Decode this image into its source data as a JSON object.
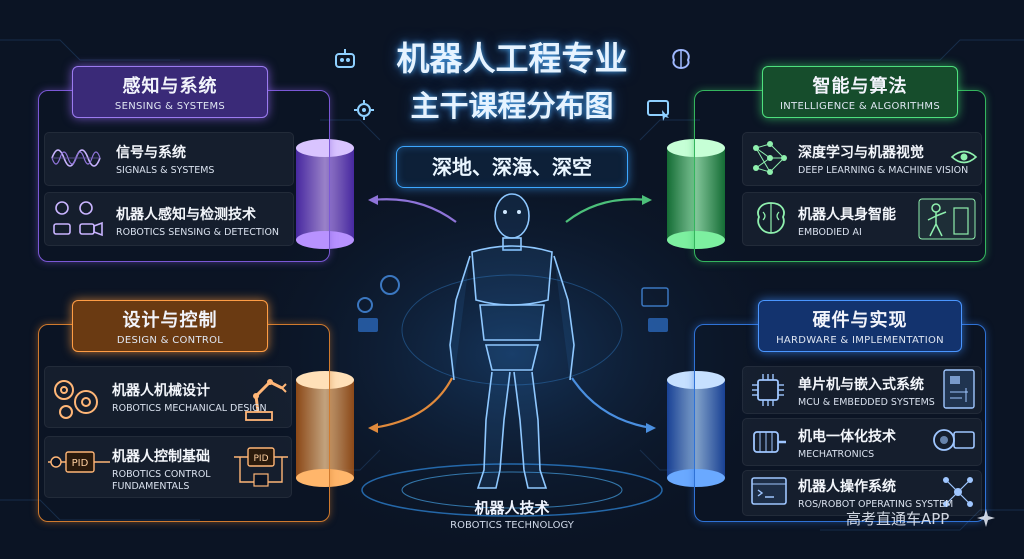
{
  "title_line1": "机器人工程专业",
  "title_line2": "主干课程分布图",
  "subtitle": "深地、深海、深空",
  "center": {
    "cn": "机器人技术",
    "en": "ROBOTICS TECHNOLOGY"
  },
  "categories": [
    {
      "cn": "感知与系统",
      "en": "SENSING & SYSTEMS",
      "color": "#9b6bff",
      "items": [
        {
          "cn": "信号与系统",
          "en": "SIGNALS & SYSTEMS"
        },
        {
          "cn": "机器人感知与检测技术",
          "en": "ROBOTICS SENSING & DETECTION"
        }
      ]
    },
    {
      "cn": "智能与算法",
      "en": "INTELLIGENCE & ALGORITHMS",
      "color": "#3ddc6a",
      "items": [
        {
          "cn": "深度学习与机器视觉",
          "en": "DEEP LEARNING & MACHINE VISION"
        },
        {
          "cn": "机器人具身智能",
          "en": "EMBODIED AI"
        }
      ]
    },
    {
      "cn": "设计与控制",
      "en": "DESIGN & CONTROL",
      "color": "#ff9a3c",
      "items": [
        {
          "cn": "机器人机械设计",
          "en": "ROBOTICS MECHANICAL DESIGN"
        },
        {
          "cn": "机器人控制基础",
          "en": "ROBOTICS CONTROL FUNDAMENTALS"
        }
      ]
    },
    {
      "cn": "硬件与实现",
      "en": "HARDWARE & IMPLEMENTATION",
      "color": "#3d8bff",
      "items": [
        {
          "cn": "单片机与嵌入式系统",
          "en": "MCU & EMBEDDED SYSTEMS"
        },
        {
          "cn": "机电一体化技术",
          "en": "MECHATRONICS"
        },
        {
          "cn": "机器人操作系统",
          "en": "ROS/ROBOT OPERATING SYSTEM"
        }
      ]
    }
  ],
  "icons": {
    "pid_label": "PID",
    "pid_label_2": "PID"
  },
  "watermark": "高考直通车APP"
}
